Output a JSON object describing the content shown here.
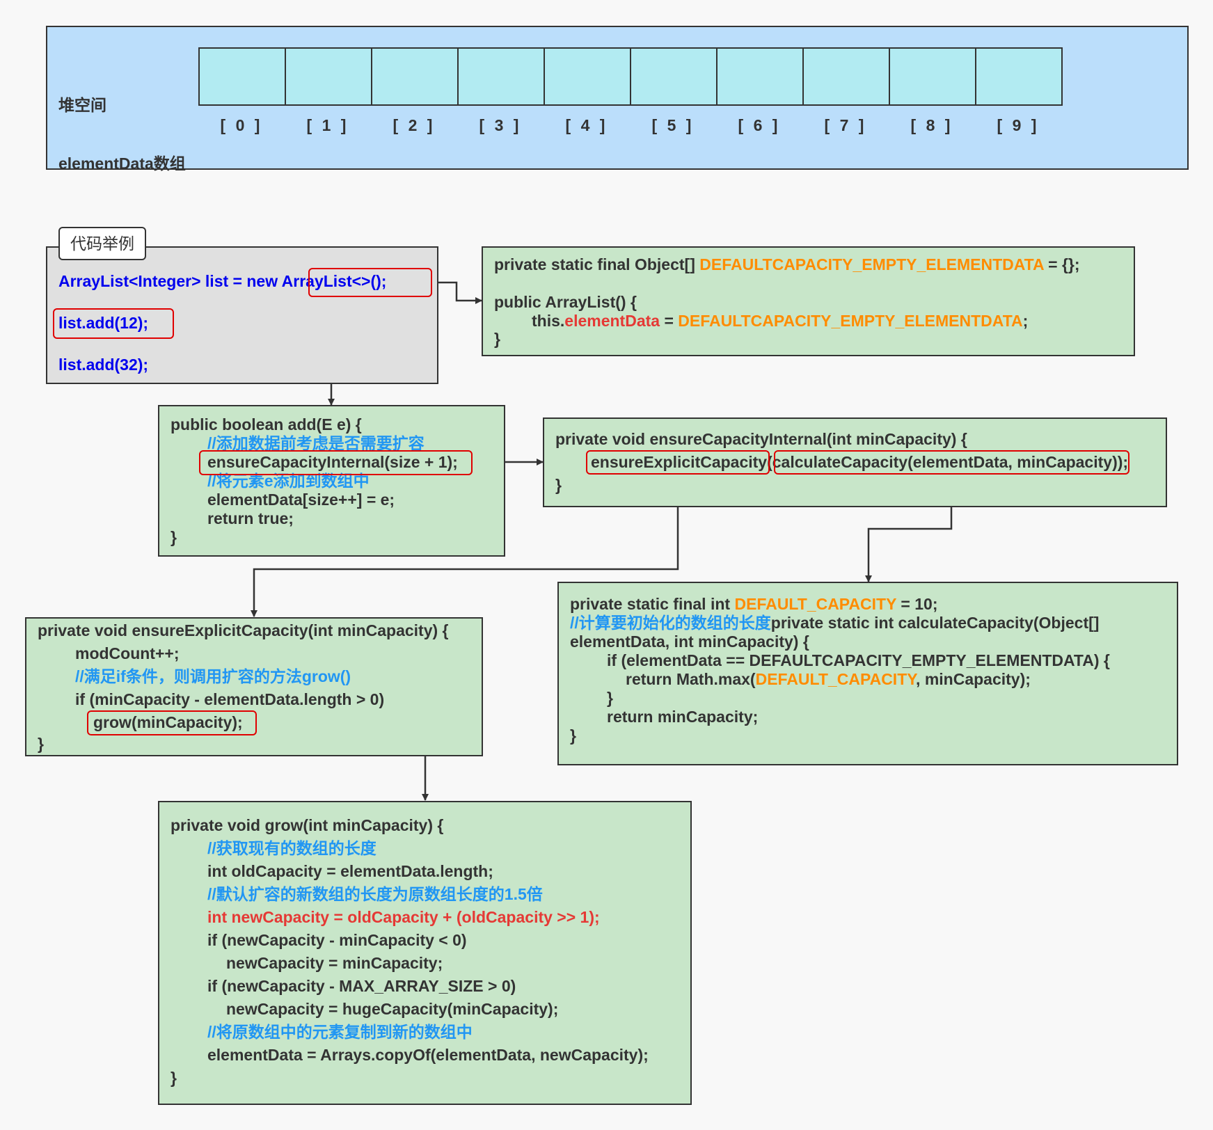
{
  "heap": {
    "label_line1": "堆空间",
    "label_line2": "elementData数组",
    "indices": [
      "[ 0 ]",
      "[ 1 ]",
      "[ 2 ]",
      "[ 3 ]",
      "[ 4 ]",
      "[ 5 ]",
      "[ 6 ]",
      "[ 7 ]",
      "[ 8 ]",
      "[ 9 ]"
    ]
  },
  "example": {
    "tag": "代码举例",
    "line1_prefix": "ArrayList<Integer> list = new ",
    "line1_call": "ArrayList<>();",
    "line2": "list.add(12);",
    "line3": "list.add(32);"
  },
  "constructor": {
    "line1_a": "private static final Object[] ",
    "line1_b": "DEFAULTCAPACITY_EMPTY_ELEMENTDATA",
    "line1_c": " = {};",
    "line2": "public ArrayList() {",
    "line3_a": "this.",
    "line3_b": "elementData",
    "line3_c": " = ",
    "line3_d": "DEFAULTCAPACITY_EMPTY_ELEMENTDATA",
    "line3_e": ";",
    "line4": "}"
  },
  "add_method": {
    "line1": "public boolean add(E e) {",
    "comment1": "//添加数据前考虑是否需要扩容",
    "line2": "ensureCapacityInternal(size + 1);",
    "comment2": "//将元素e添加到数组中",
    "line3": "elementData[size++] = e;",
    "line4": "return true;",
    "line5": "}"
  },
  "ensure_internal": {
    "line1": "private void ensureCapacityInternal(int minCapacity) {",
    "line2_a": "ensureExplicitCapacity",
    "line2_b": "(calculateCapacity(elementData, minCapacity)",
    "line2_c": ");",
    "line3": "}"
  },
  "calculate": {
    "line1_a": "private static final int ",
    "line1_b": "DEFAULT_CAPACITY",
    "line1_c": " = 10;",
    "line2_comment": "//计算要初始化的数组的长度",
    "line2_code": "private static int calculateCapacity(Object[]",
    "line3": "elementData, int minCapacity) {",
    "line4": "if (elementData == DEFAULTCAPACITY_EMPTY_ELEMENTDATA) {",
    "line5_a": "return Math.max(",
    "line5_b": "DEFAULT_CAPACITY",
    "line5_c": ", minCapacity);",
    "line6": "}",
    "line7": "return minCapacity;",
    "line8": "}"
  },
  "ensure_explicit": {
    "line1": "private void ensureExplicitCapacity(int minCapacity) {",
    "line2": "modCount++;",
    "comment": "//满足if条件，则调用扩容的方法grow()",
    "line3": "if (minCapacity - elementData.length > 0)",
    "line4": "grow(minCapacity);",
    "line5": "}"
  },
  "grow": {
    "line1": "private void grow(int minCapacity) {",
    "comment1": "//获取现有的数组的长度",
    "line2": "int oldCapacity = elementData.length;",
    "comment2": "//默认扩容的新数组的长度为原数组长度的1.5倍",
    "line3": "int newCapacity = oldCapacity + (oldCapacity >> 1);",
    "line4": "if (newCapacity - minCapacity < 0)",
    "line5": "newCapacity = minCapacity;",
    "line6": "if (newCapacity - MAX_ARRAY_SIZE > 0)",
    "line7": "newCapacity = hugeCapacity(minCapacity);",
    "comment3": "//将原数组中的元素复制到新的数组中",
    "line8": "elementData = Arrays.copyOf(elementData, newCapacity);",
    "line9": "}"
  },
  "colors": {
    "code_box": "#c8e6c9",
    "heap_box": "#bbdefb",
    "cell": "#b2ebf2",
    "comment": "#2196f3",
    "constant": "#ff8c00",
    "highlight_red": "#e53935",
    "keyword_blue": "#0000ee"
  }
}
